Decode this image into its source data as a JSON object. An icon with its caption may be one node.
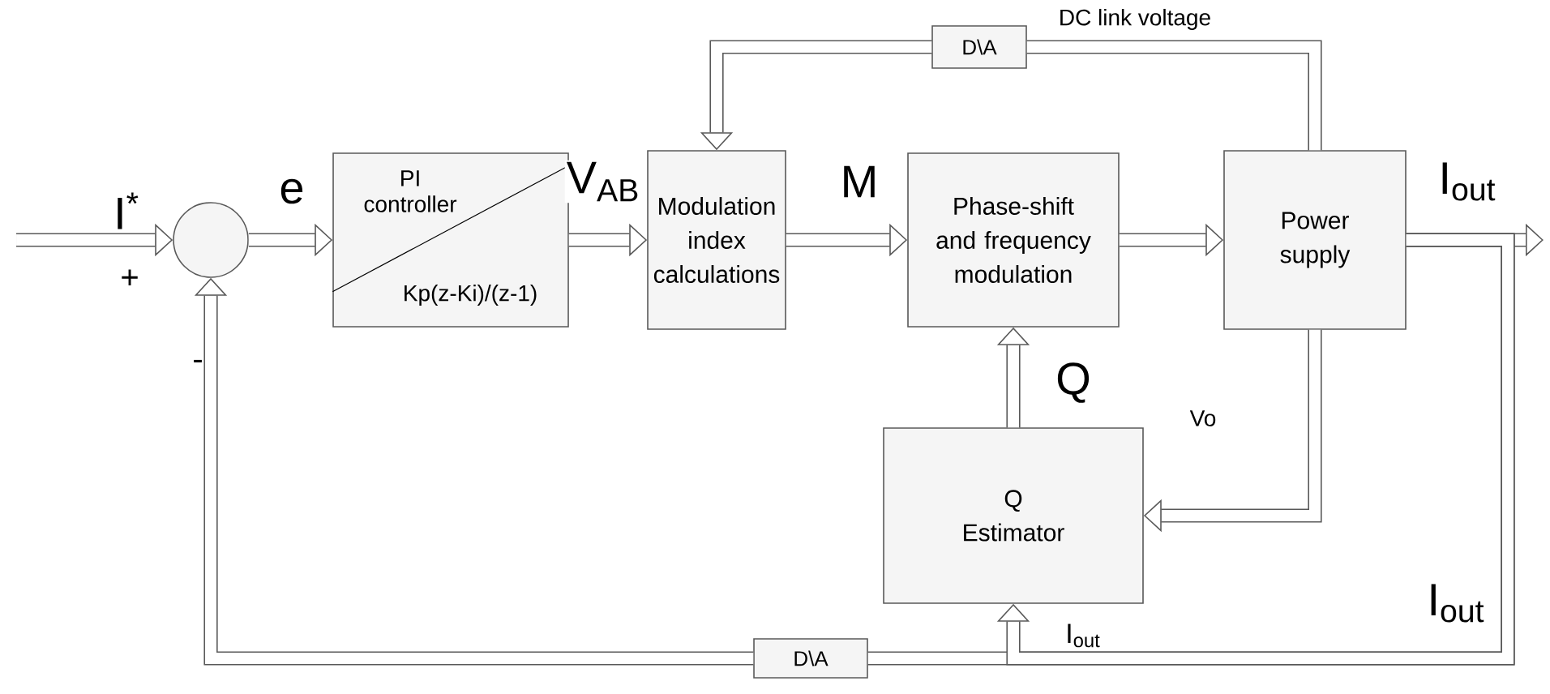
{
  "diagram": {
    "nodes": [
      {
        "text": [],
        "shape": "circle"
      },
      {
        "text": [
          "PI controller",
          "Kp(z-Ki)/(z-1)"
        ]
      },
      {
        "text": [
          "Modulation index calculations"
        ]
      },
      {
        "text": [
          "Phase-shift and frequency modulation"
        ]
      },
      {
        "text": [
          "Power supply"
        ]
      },
      {
        "text": [
          "Q Estimator"
        ]
      },
      {
        "text": [
          "D\\A"
        ]
      },
      {
        "text": [
          "D\\A"
        ]
      }
    ],
    "edges": [
      {
        "from": null,
        "to": 0,
        "arrow": "to",
        "label": "I$^{*}$"
      },
      {
        "from": 0,
        "to": 1,
        "arrow": "to",
        "label": "e"
      },
      {
        "from": 1,
        "to": 2,
        "arrow": "to",
        "label": "V$_{AB}$"
      },
      {
        "from": 2,
        "to": 3,
        "arrow": "to",
        "label": "M"
      },
      {
        "from": 3,
        "to": 4,
        "arrow": "to"
      },
      {
        "from": 4,
        "to": null,
        "arrow": "to",
        "label": "I$_{out}$"
      },
      {
        "from": 4,
        "to": 6,
        "arrow": "none",
        "label": "DC link voltage"
      },
      {
        "from": 6,
        "to": 2,
        "arrow": "to"
      },
      {
        "from": 4,
        "to": 5,
        "arrow": "to",
        "label": "Vo"
      },
      {
        "from": 5,
        "to": 3,
        "arrow": "to",
        "label": "Q"
      },
      {
        "from": 4,
        "to": 7,
        "arrow": "none",
        "label": "I$_{out}$"
      },
      {
        "from": 7,
        "to": 0,
        "arrow": "to"
      },
      {
        "from": 4,
        "to": 5,
        "arrow": "to",
        "label": "I$_{out}$"
      }
    ],
    "labels": [
      "+",
      "-"
    ]
  }
}
